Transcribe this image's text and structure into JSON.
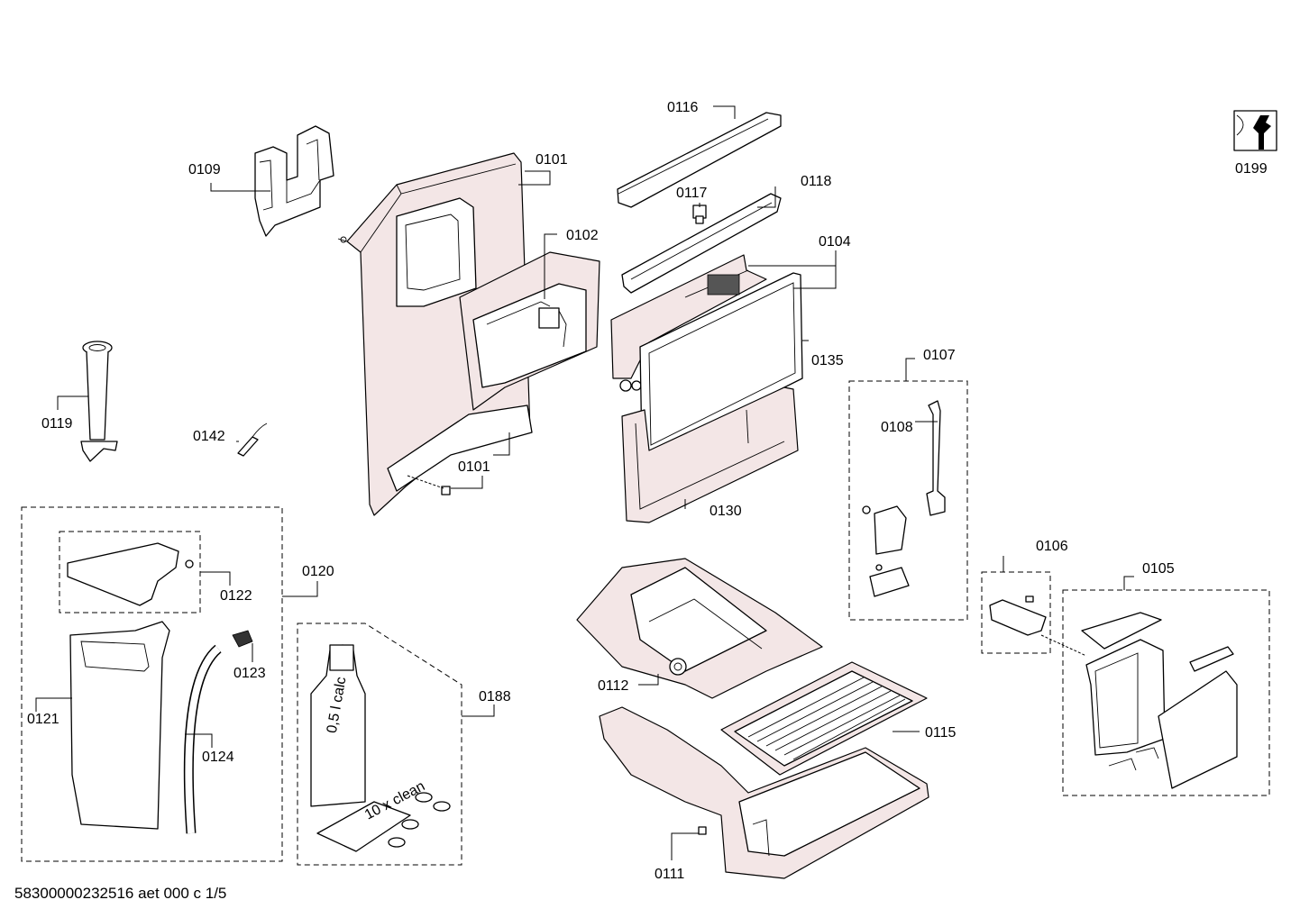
{
  "labels": {
    "p0101a": "0101",
    "p0101b": "0101",
    "p0102": "0102",
    "p0104": "0104",
    "p0105": "0105",
    "p0106": "0106",
    "p0107": "0107",
    "p0108": "0108",
    "p0109": "0109",
    "p0111": "0111",
    "p0112": "0112",
    "p0115": "0115",
    "p0116": "0116",
    "p0117": "0117",
    "p0118": "0118",
    "p0119": "0119",
    "p0120": "0120",
    "p0121": "0121",
    "p0122": "0122",
    "p0123": "0123",
    "p0124": "0124",
    "p0130": "0130",
    "p0135": "0135",
    "p0142": "0142",
    "p0188": "0188",
    "p0199": "0199"
  },
  "bottle_text": "0,5 l calc",
  "tablet_text": "10 x clean",
  "footer": "58300000232516 aet 000 c 1/5"
}
